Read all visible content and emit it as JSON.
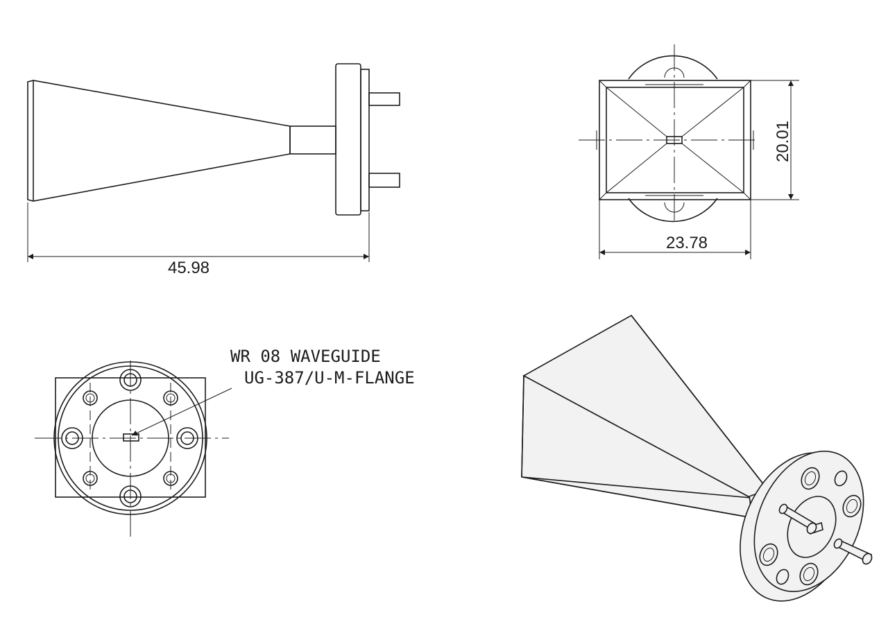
{
  "dimensions": {
    "overall_length": "45.98",
    "aperture_height": "20.01",
    "aperture_width": "23.78"
  },
  "note": {
    "line1": "WR 08 WAVEGUIDE",
    "line2": "UG-387/U-M-FLANGE"
  }
}
